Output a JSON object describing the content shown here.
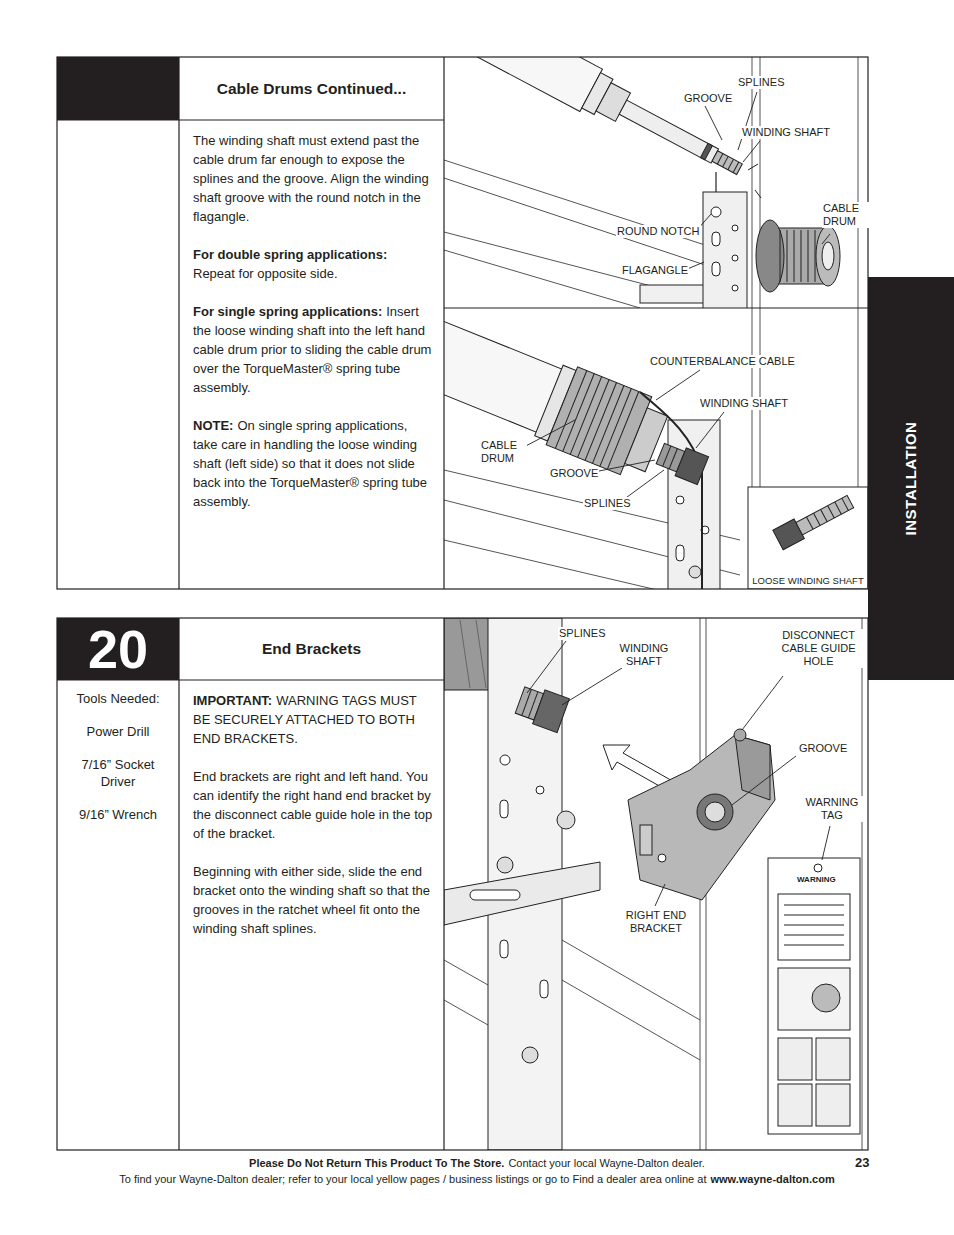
{
  "diagram": {
    "nodes": [
      {
        "text": [
          "Cable Drums Continued..."
        ]
      },
      {
        "text": [
          "The winding shaft must extend past the cable drum far enough to expose the splines and the groove. Align the winding shaft groove with the round notch in the flagangle.",
          "For double spring applications:",
          "Repeat for opposite side.",
          "For single spring applications:",
          "Insert the loose winding shaft into the left hand cable drum prior to sliding the cable drum over the TorqueMaster® spring tube assembly.",
          "NOTE:",
          "On single spring applications, take care in handling the loose winding shaft (left side) so that it does not slide back into the TorqueMaster® spring tube assembly."
        ]
      },
      {
        "text": [
          "LOOSE WINDING SHAFT"
        ]
      },
      {
        "text": [
          "INSTALLATION"
        ]
      },
      {
        "text": [
          "20"
        ]
      },
      {
        "text": [
          "End Brackets"
        ]
      },
      {
        "text": [
          "Tools Needed:",
          "Power Drill",
          "7/16” Socket Driver",
          "9/16” Wrench"
        ]
      },
      {
        "text": [
          "IMPORTANT:",
          "WARNING TAGS MUST BE SECURELY ATTACHED TO BOTH END BRACKETS.",
          "End brackets are right and left hand. You can identify the right hand end bracket by the disconnect cable guide hole in the top of the bracket.",
          "Beginning with either side, slide the end bracket onto the winding shaft so that the grooves in the ratchet wheel fit onto the winding shaft splines."
        ]
      }
    ],
    "labels": [
      "SPLINES",
      "GROOVE",
      "WINDING SHAFT",
      "CABLE DRUM",
      "ROUND NOTCH",
      "FLAGANGLE",
      "COUNTERBALANCE CABLE",
      "WINDING SHAFT",
      "CABLE DRUM",
      "GROOVE",
      "SPLINES",
      "SPLINES",
      "WINDING SHAFT",
      "DISCONNECT CABLE GUIDE HOLE",
      "GROOVE",
      "WARNING TAG",
      "RIGHT END BRACKET",
      "WARNING",
      "Please Do Not Return This Product To The Store.",
      "Contact your local Wayne-Dalton dealer.",
      "To find your Wayne-Dalton dealer; refer to your local yellow pages / business listings or go to Find a dealer area online at",
      "www.wayne-dalton.com",
      "23"
    ]
  }
}
